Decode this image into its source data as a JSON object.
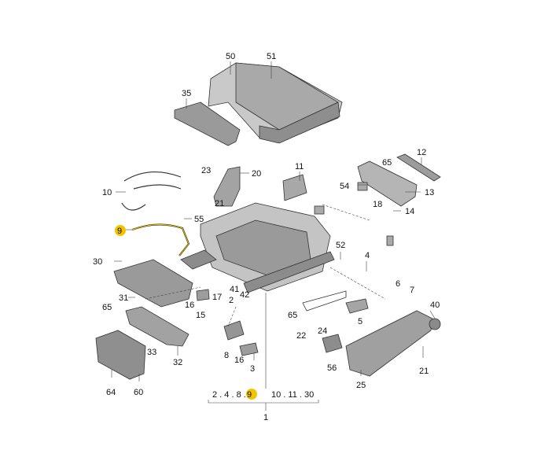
{
  "callouts": {
    "c50": "50",
    "c51": "51",
    "c35": "35",
    "c12": "12",
    "c65a": "65",
    "c11": "11",
    "c20": "20",
    "c23": "23",
    "c21a": "21",
    "c10": "10",
    "c54": "54",
    "c13": "13",
    "c18": "18",
    "c14": "14",
    "c55": "55",
    "c9": "9",
    "c52": "52",
    "c30": "30",
    "c4": "4",
    "c31": "31",
    "c17": "17",
    "c41": "41",
    "c42": "42",
    "c6": "6",
    "c7": "7",
    "c65b": "65",
    "c16": "16",
    "c2": "2",
    "c40": "40",
    "c15": "15",
    "c5": "5",
    "c33": "33",
    "c8": "8",
    "c22": "22",
    "c24": "24",
    "c21b": "21",
    "c3": "3",
    "c32": "32",
    "c56": "56",
    "c64": "64",
    "c60": "60",
    "c25": "25",
    "c1": "1"
  },
  "group_left": "2 . 4 . 8 .",
  "group_left_highlight": "9",
  "group_right": "10 . 11 . 30",
  "highlight_color": "#f2c300"
}
